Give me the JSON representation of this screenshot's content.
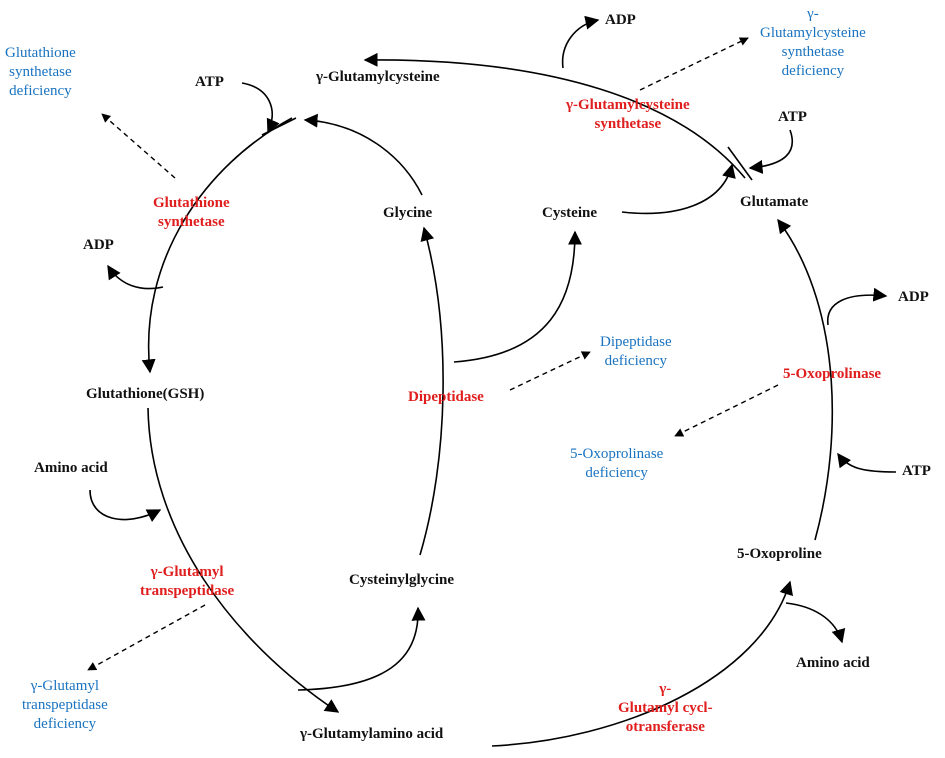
{
  "colors": {
    "metabolite": "#111111",
    "enzyme": "#e01e1e",
    "deficiency": "#1a73c0",
    "line": "#000000"
  },
  "metabolites": {
    "gamma_glutamylcysteine": "γ-Glutamylcysteine",
    "atp_left": "ATP",
    "adp_top": "ADP",
    "atp_right_top": "ATP",
    "glycine": "Glycine",
    "cysteine": "Cysteine",
    "glutamate": "Glutamate",
    "adp_left": "ADP",
    "adp_right": "ADP",
    "glutathione": "Glutathione(GSH)",
    "amino_acid_left": "Amino acid",
    "atp_right_bottom": "ATP",
    "five_oxoproline": "5-Oxoproline",
    "cysteinylglycine": "Cysteinylglycine",
    "amino_acid_right": "Amino acid",
    "gamma_glutamylamino_acid": "γ-Glutamylamino acid"
  },
  "enzymes": {
    "gcs": [
      "γ-Glutamylcysteine",
      "synthetase"
    ],
    "gs": [
      "Glutathione",
      "synthetase"
    ],
    "dipeptidase": [
      "Dipeptidase"
    ],
    "oxoprolinase": [
      "5-Oxoprolinase"
    ],
    "ggt": [
      "γ-Glutamyl",
      "transpeptidase"
    ],
    "ggct": [
      "γ-",
      "Glutamyl cycl-",
      "otransferase"
    ]
  },
  "deficiencies": {
    "gs": [
      "Glutathione",
      "synthetase",
      "deficiency"
    ],
    "gcs": [
      "γ-",
      "Glutamylcysteine",
      "synthetase",
      "deficiency"
    ],
    "dipeptidase": [
      "Dipeptidase",
      "deficiency"
    ],
    "oxoprolinase": [
      "5-Oxoprolinase",
      "deficiency"
    ],
    "ggt": [
      "γ-Glutamyl",
      "transpeptidase",
      "deficiency"
    ]
  }
}
